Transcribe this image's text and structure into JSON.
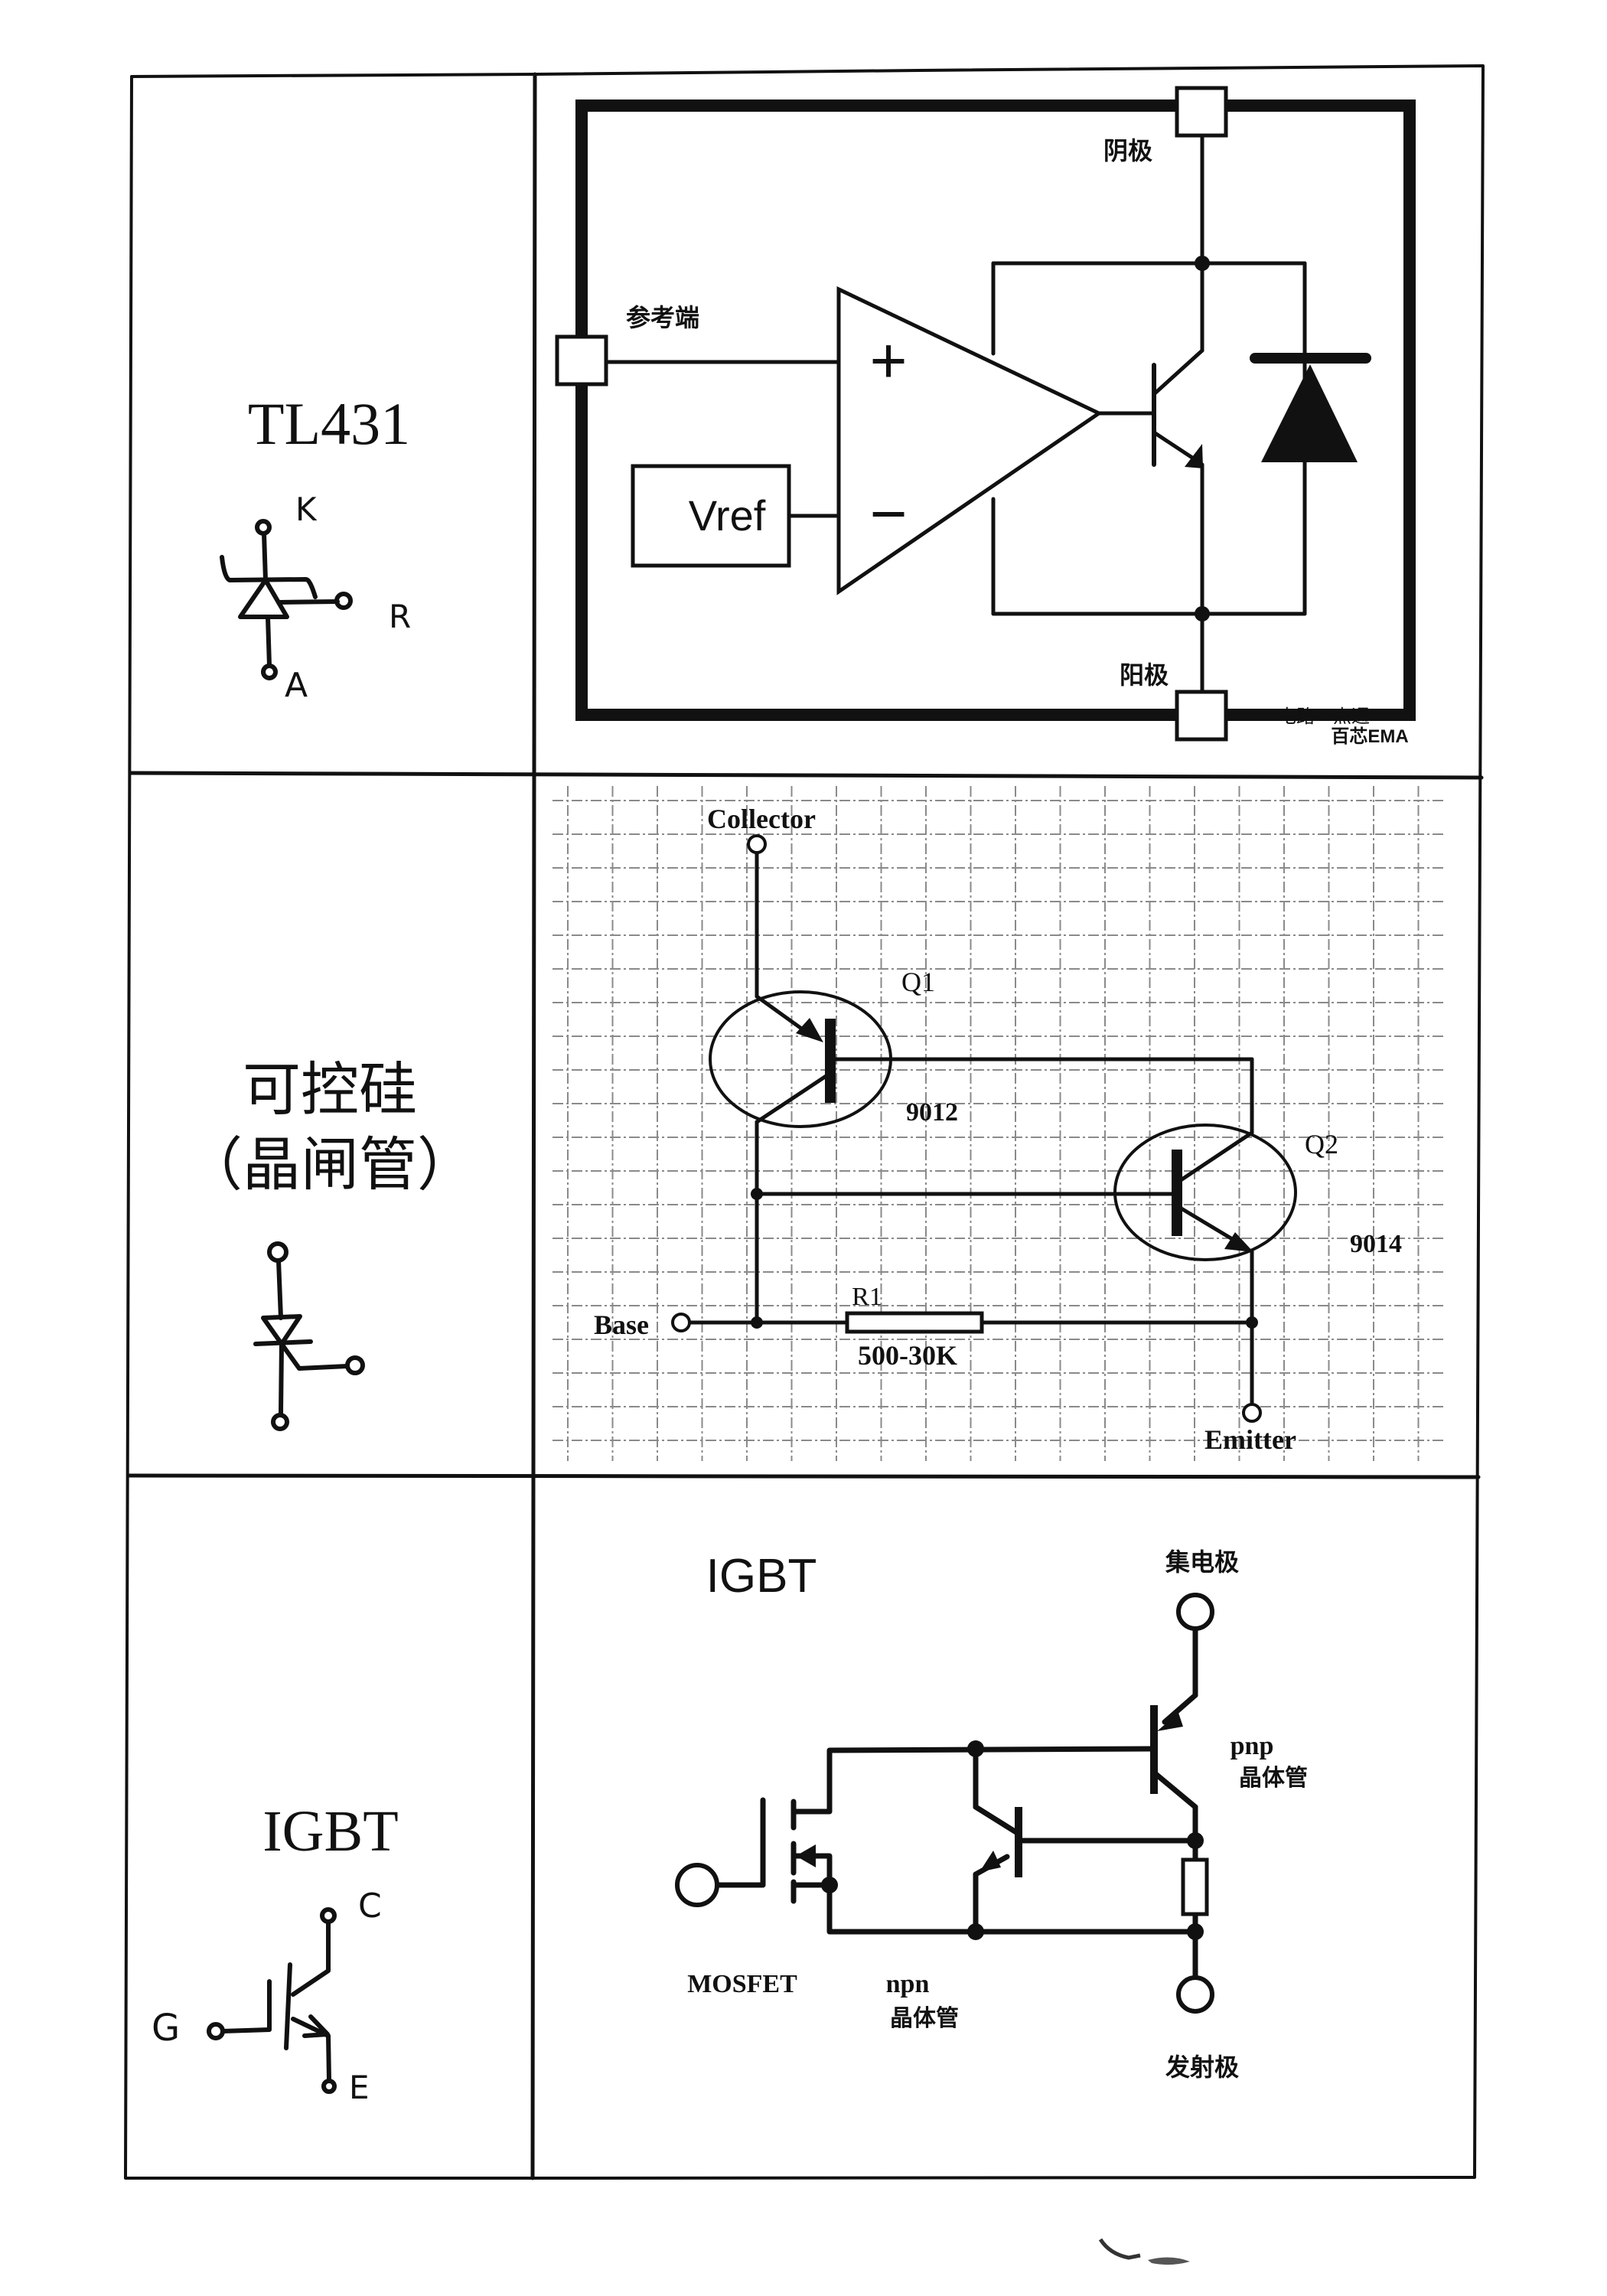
{
  "document": {
    "rows": [
      {
        "name": "TL431",
        "symbol_pins": [
          "K",
          "R",
          "A"
        ],
        "diagram": {
          "pad_labels": {
            "cathode": "阴极",
            "reference": "参考端",
            "anode": "阳极"
          },
          "vref_label": "Vref",
          "opamp_plus": "+",
          "opamp_minus": "−",
          "watermark_line1": "电路一点通",
          "watermark_line2": "百芯EMA"
        }
      },
      {
        "name_line1": "可控硅",
        "name_line2": "（晶闸管）",
        "diagram": {
          "collector_label": "Collector",
          "emitter_label": "Emitter",
          "base_label": "Base",
          "q1_label": "Q1",
          "q1_part": "9012",
          "q2_label": "Q2",
          "q2_part": "9014",
          "r1_label": "R1",
          "r1_value": "500-30K"
        }
      },
      {
        "name": "IGBT",
        "symbol_pins": [
          "C",
          "G",
          "E"
        ],
        "diagram": {
          "title": "IGBT",
          "collector_label": "集电极",
          "emitter_label": "发射极",
          "pnp_label": "pnp",
          "pnp_sub": "晶体管",
          "npn_label": "npn",
          "npn_sub": "晶体管",
          "mosfet_label": "MOSFET"
        }
      }
    ]
  }
}
